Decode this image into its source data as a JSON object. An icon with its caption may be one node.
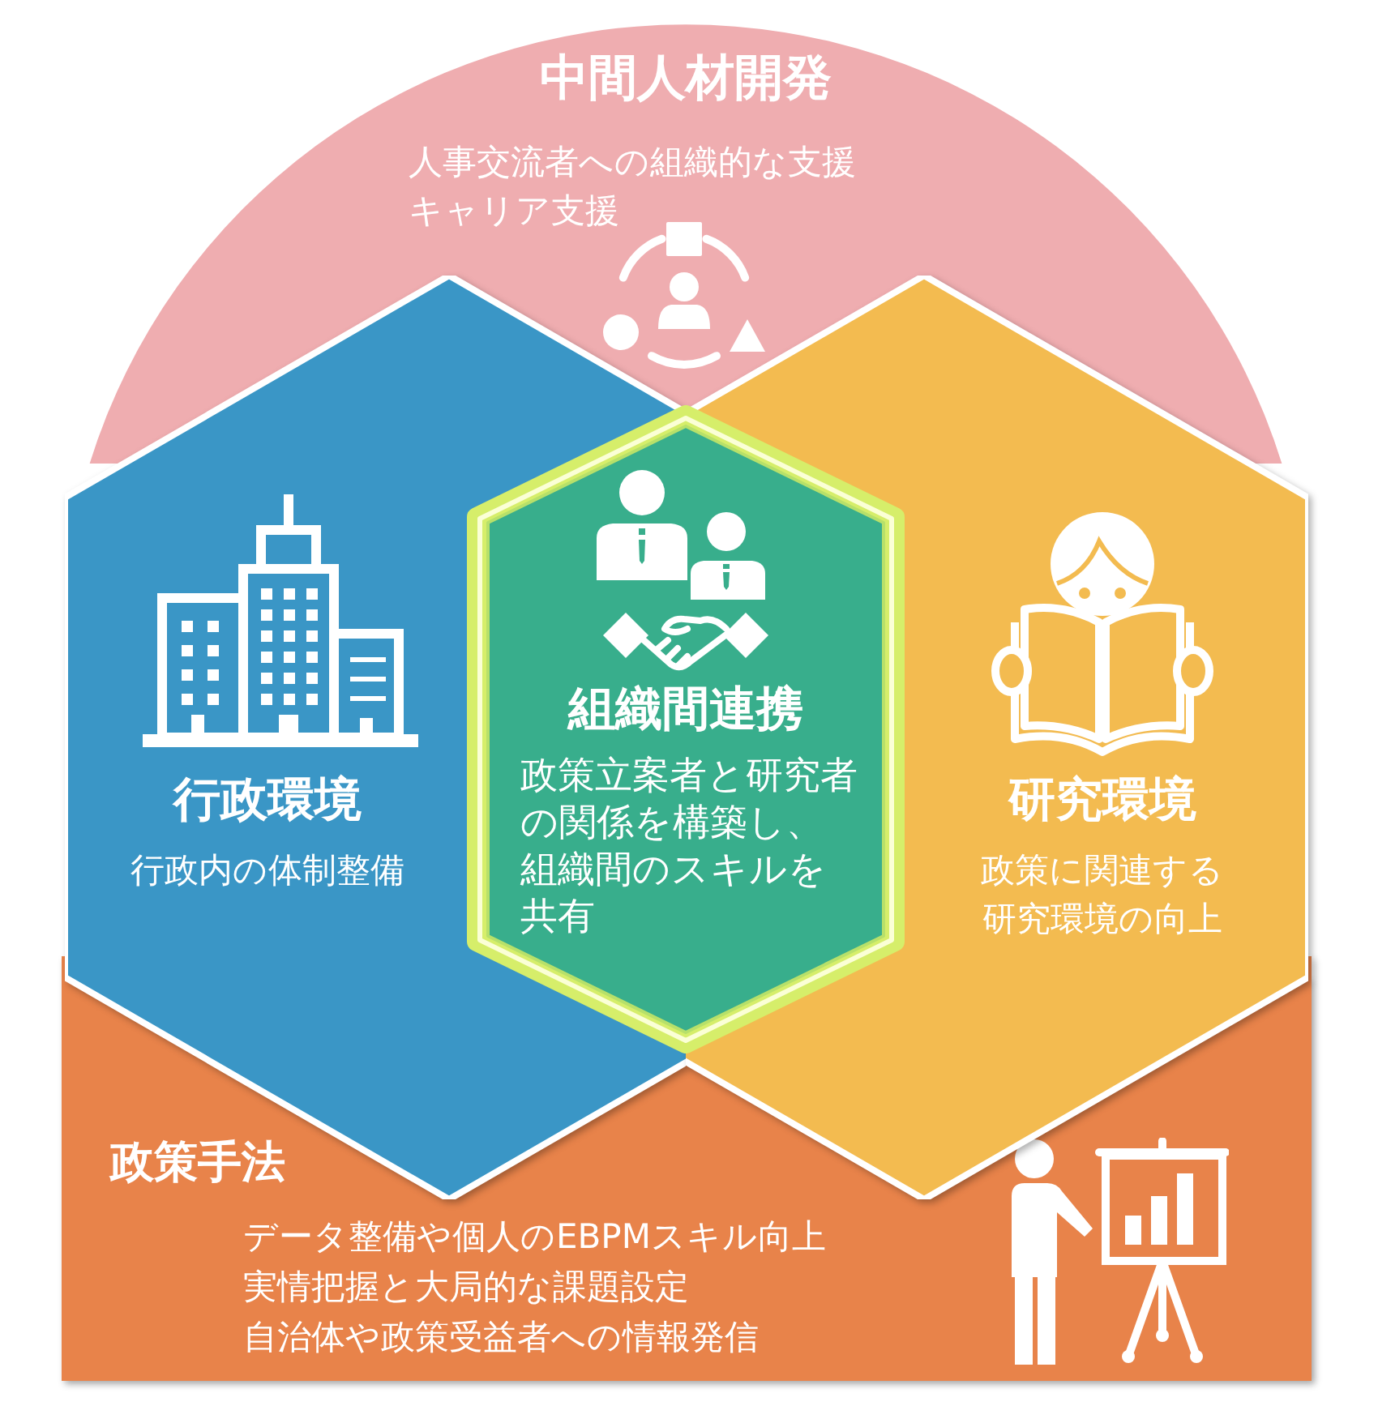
{
  "diagram": {
    "nodes": [
      {
        "text": [
          "中間人材開発",
          "人事交流者への組織的な支援",
          "キャリア支援"
        ]
      },
      {
        "text": [
          "行政環境",
          "行政内の体制整備"
        ]
      },
      {
        "text": [
          "組織間連携",
          "政策立案者と研究者の関係を構築し、組織間のスキルを共有"
        ]
      },
      {
        "text": [
          "研究環境",
          "政策に関連する研究環境の向上"
        ]
      },
      {
        "text": [
          "政策手法",
          "データ整備や個人のEBPMスキル向上",
          "実情把握と大局的な課題設定",
          "自治体や政策受益者への情報発信"
        ]
      }
    ]
  }
}
